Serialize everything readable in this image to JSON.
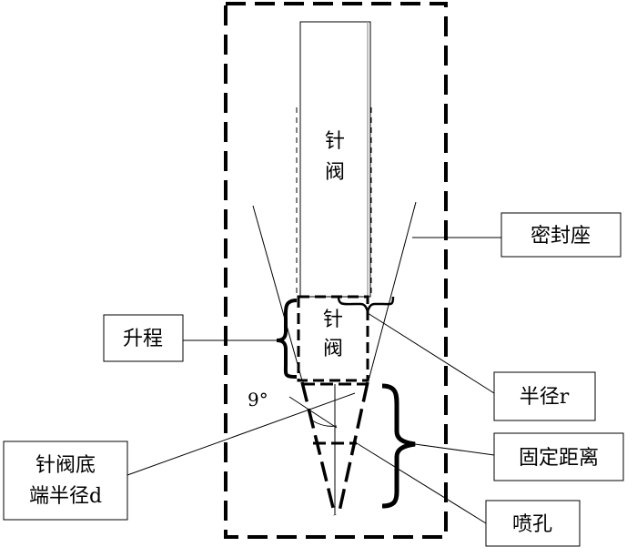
{
  "labels": {
    "needle_valve_upper": [
      "针",
      "阀"
    ],
    "needle_valve_lower": [
      "针",
      "阀"
    ],
    "angle": "9°",
    "seal_seat": "密封座",
    "lift": "升程",
    "radius_r": "半径r",
    "fixed_distance": "固定距离",
    "nozzle_hole": "喷孔",
    "needle_bottom_radius": [
      "针阀底",
      "端半径d"
    ]
  }
}
